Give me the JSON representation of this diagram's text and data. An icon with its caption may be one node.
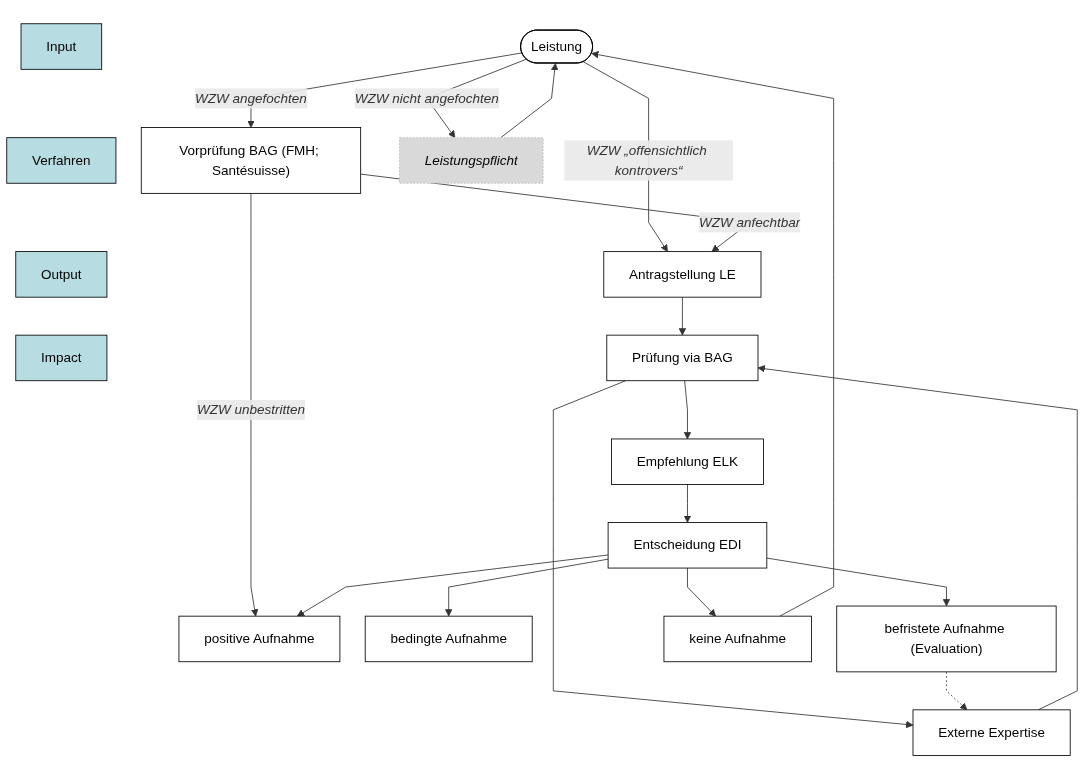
{
  "diagram": {
    "nodes": [
      {
        "text": [
          "Leistung"
        ]
      },
      {
        "text": [
          "Vorprüfung BAG (FMH; Santésuisse)"
        ]
      },
      {
        "text": [
          "Antragstellung LE"
        ]
      },
      {
        "text": [
          "Prüfung via BAG"
        ]
      },
      {
        "text": [
          "Externe Expertise"
        ]
      },
      {
        "text": [
          "Empfehlung ELK"
        ]
      },
      {
        "text": [
          "Entscheidung EDI"
        ]
      },
      {
        "text": [
          "positive Aufnahme"
        ]
      },
      {
        "text": [
          "bedingte Aufnahme"
        ]
      },
      {
        "text": [
          "befristete Aufnahme (Evaluation)"
        ]
      },
      {
        "text": [
          "keine Aufnahme"
        ]
      },
      {
        "text": [
          "Leistungspflicht"
        ]
      },
      {
        "text": [
          "Input"
        ]
      },
      {
        "text": [
          "Verfahren"
        ]
      },
      {
        "text": [
          "Output"
        ]
      },
      {
        "text": [
          "Impact"
        ]
      }
    ],
    "edges": [
      {
        "from": 0,
        "to": 11,
        "arrow": "to",
        "label": "WZW nicht angefochten"
      },
      {
        "from": 0,
        "to": 1,
        "arrow": "to",
        "label": "WZW angefochten"
      },
      {
        "from": 0,
        "to": 2,
        "arrow": "to",
        "label": "WZW „offensichtlich kontrovers“"
      },
      {
        "from": 1,
        "to": 2,
        "arrow": "to",
        "label": "WZW anfechtbar"
      },
      {
        "from": 1,
        "to": 7,
        "arrow": "to",
        "label": "WZW unbestritten"
      },
      {
        "from": 2,
        "to": 3,
        "arrow": "to"
      },
      {
        "from": 3,
        "to": 4,
        "arrow": "to"
      },
      {
        "from": 4,
        "to": 3,
        "arrow": "to"
      },
      {
        "from": 3,
        "to": 5,
        "arrow": "to"
      },
      {
        "from": 5,
        "to": 6,
        "arrow": "to"
      },
      {
        "from": 6,
        "to": 7,
        "arrow": "to"
      },
      {
        "from": 6,
        "to": 8,
        "arrow": "to"
      },
      {
        "from": 6,
        "to": 9,
        "arrow": "to"
      },
      {
        "from": 6,
        "to": 10,
        "arrow": "to"
      },
      {
        "from": 9,
        "to": 4,
        "arrow": "to",
        "style": "dashed"
      },
      {
        "from": 11,
        "to": 0,
        "arrow": "to"
      },
      {
        "from": 10,
        "to": 0,
        "arrow": "to"
      }
    ]
  }
}
